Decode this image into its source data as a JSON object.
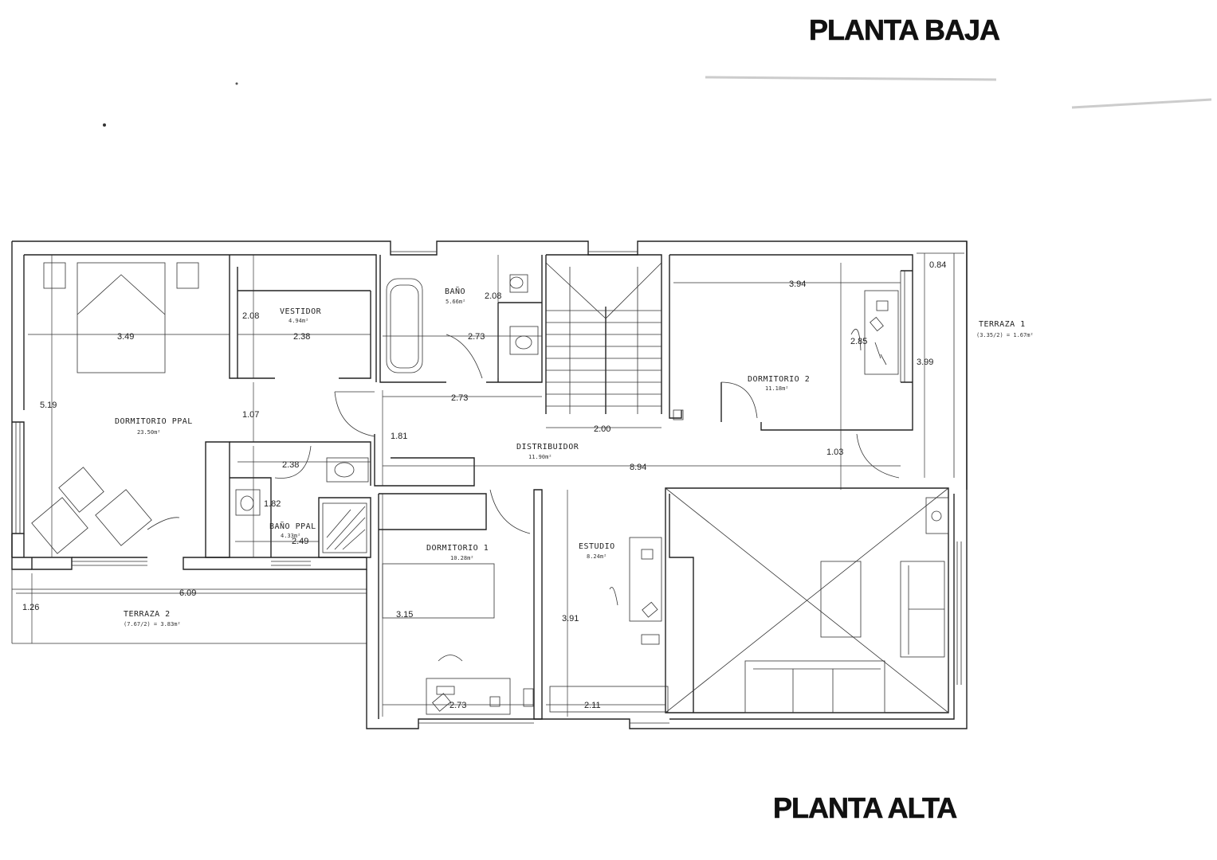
{
  "titles": {
    "top": "PLANTA BAJA",
    "bottom": "PLANTA ALTA"
  },
  "rooms": {
    "dormitorio_ppal": {
      "name": "DORMITORIO PPAL",
      "area": "23.50m²"
    },
    "vestidor": {
      "name": "VESTIDOR",
      "area": "4.94m²"
    },
    "bano": {
      "name": "BAÑO",
      "area": "5.66m²"
    },
    "dormitorio_2": {
      "name": "DORMITORIO 2",
      "area": "11.18m²"
    },
    "terraza_1": {
      "name": "TERRAZA  1",
      "area": "(3.35/2) = 1.67m²"
    },
    "distribuidor": {
      "name": "DISTRIBUIDOR",
      "area": "11.90m²"
    },
    "bano_ppal": {
      "name": "BAÑO PPAL",
      "area": "4.33m²"
    },
    "dormitorio_1": {
      "name": "DORMITORIO 1",
      "area": "10.28m²"
    },
    "estudio": {
      "name": "ESTUDIO",
      "area": "8.24m²"
    },
    "terraza_2": {
      "name": "TERRAZA  2",
      "area": "(7.67/2) = 3.83m²"
    }
  },
  "dimensions": {
    "dormppal_width": "3.49",
    "dormppal_height": "5.19",
    "vestidor_height": "2.08",
    "vestidor_width": "2.38",
    "bano_height": "2.08",
    "bano_width": "2.73",
    "hall_width": "2.73",
    "stair_width": "2.00",
    "dorm2_width": "3.94",
    "dorm2_height": "2.85",
    "terraza1_width": "0.84",
    "terraza1_height": "3.99",
    "hall_gap": "1.07",
    "hall_height": "1.81",
    "banoppal_width": "2.38",
    "banoppal_height": "1.82",
    "banoppal_width2": "2.49",
    "distribuidor_length": "8.94",
    "dorm2_gap": "1.03",
    "terraza2_width": "6.09",
    "terraza2_height": "1.26",
    "dorm1_height": "3.15",
    "dorm1_width": "2.73",
    "estudio_height": "3.91",
    "estudio_width": "2.11"
  }
}
